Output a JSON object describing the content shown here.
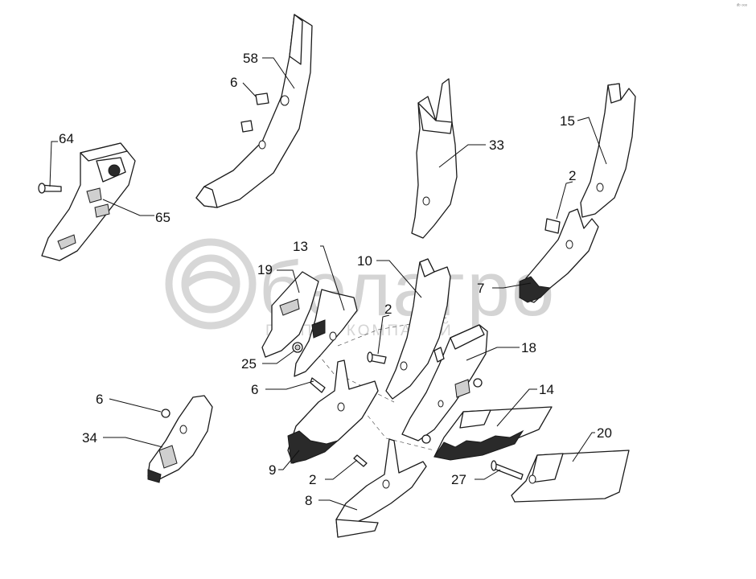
{
  "watermark": {
    "brand": "белагро",
    "tagline": "ГРУППА КОМПАНИЙ"
  },
  "corner_mark": "ᵈᵇ ᵒᵒᵒ",
  "callouts": {
    "c58": "58",
    "c6a": "6",
    "c64": "64",
    "c65": "65",
    "c33": "33",
    "c15": "15",
    "c2a": "2",
    "c13": "13",
    "c19": "19",
    "c10": "10",
    "c2b": "2",
    "c7": "7",
    "c18": "18",
    "c25": "25",
    "c6b": "6",
    "c6c": "6",
    "c34": "34",
    "c14": "14",
    "c9": "9",
    "c2c": "2",
    "c20": "20",
    "c27": "27",
    "c8": "8"
  }
}
